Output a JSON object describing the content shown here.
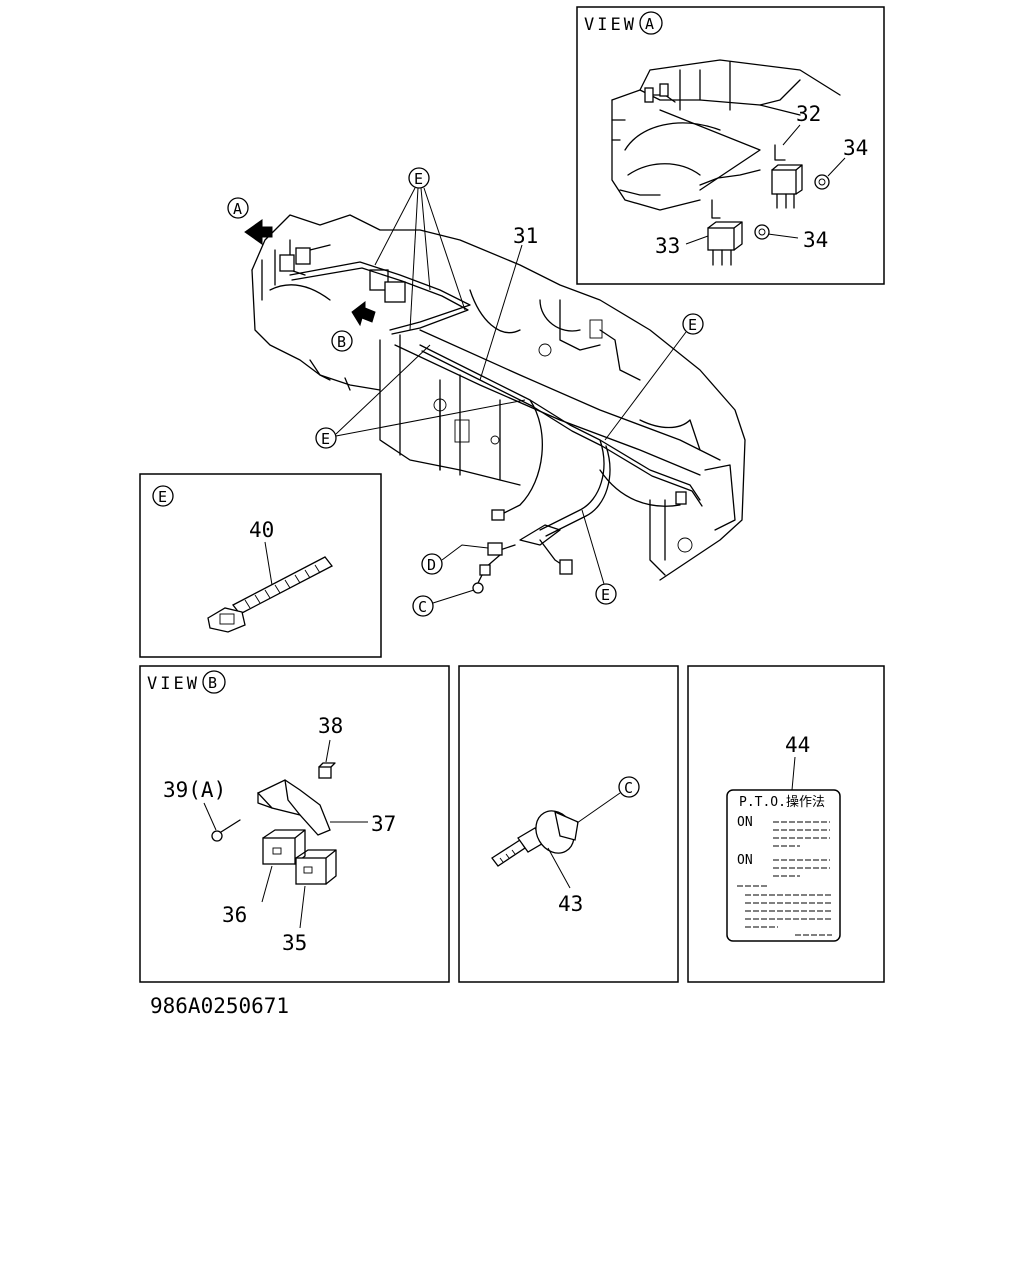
{
  "drawing_number": "986A0250671",
  "views": {
    "view_a": {
      "title": "VIEW",
      "marker": "A"
    },
    "view_b": {
      "title": "VIEW",
      "marker": "B"
    },
    "detail_e": {
      "marker": "E"
    }
  },
  "callouts": {
    "c31": "31",
    "c32": "32",
    "c33": "33",
    "c34a": "34",
    "c34b": "34",
    "c35": "35",
    "c36": "36",
    "c37": "37",
    "c38": "38",
    "c39": "39(A)",
    "c40": "40",
    "c43": "43",
    "c44": "44"
  },
  "markers": {
    "A": "A",
    "B": "B",
    "C": "C",
    "D": "D",
    "E": "E"
  },
  "plate": {
    "title": "P.T.O.操作法",
    "row1_label": "ON",
    "row2_label": "ON"
  }
}
